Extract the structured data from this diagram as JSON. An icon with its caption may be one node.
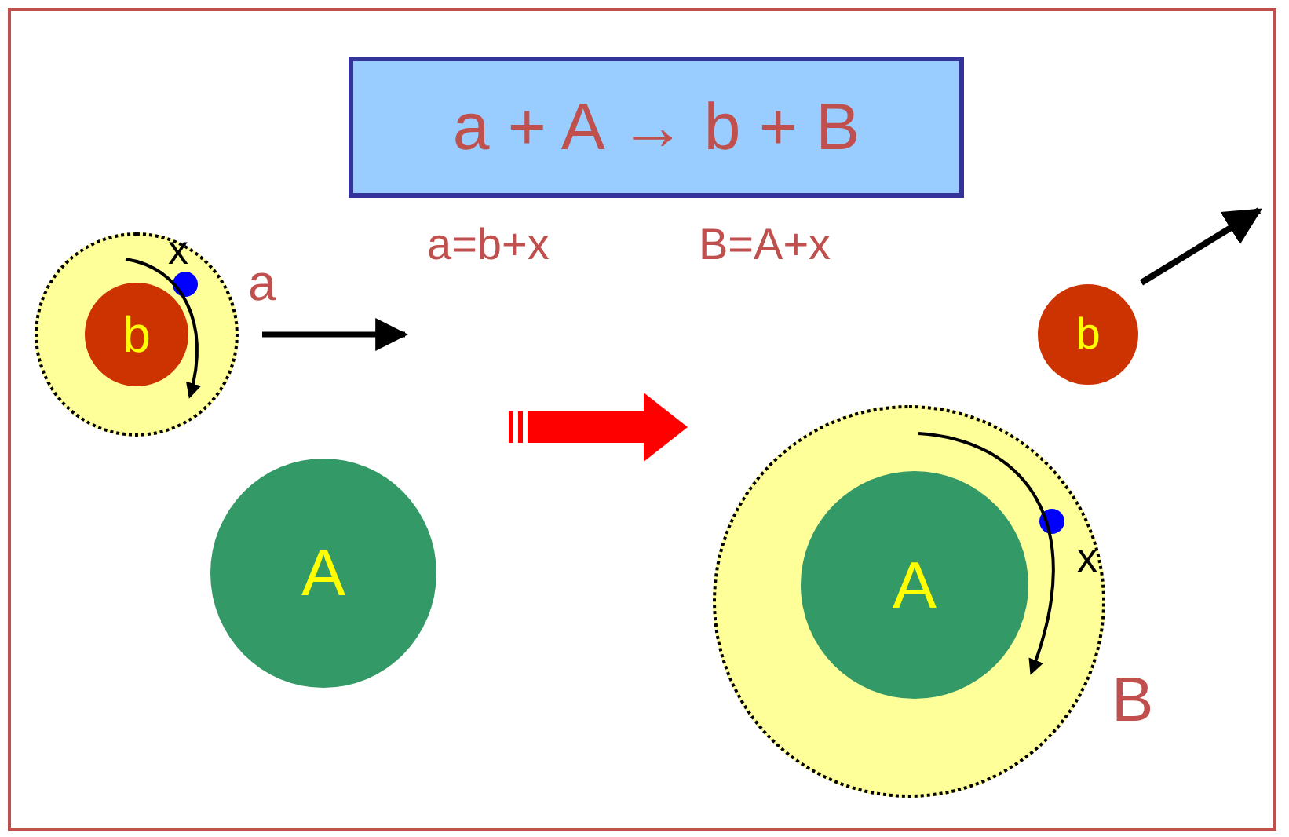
{
  "diagram": {
    "nodes": [
      {
        "text": [
          "a + A → b + B"
        ]
      },
      {
        "text": [],
        "shape": "circle",
        "beside": [
          "a"
        ]
      },
      {
        "text": [
          "b"
        ],
        "in": 1
      },
      {
        "text": [],
        "shape": "circle",
        "in": 1,
        "beside": [
          "x"
        ]
      },
      {
        "text": [
          "A"
        ]
      },
      {
        "text": [],
        "shape": "circle",
        "beside": [
          "B"
        ]
      },
      {
        "text": [
          "A"
        ],
        "in": 5
      },
      {
        "text": [],
        "shape": "circle",
        "in": 5,
        "beside": [
          "x"
        ]
      },
      {
        "text": [
          "b"
        ]
      }
    ],
    "edges": [],
    "labels": [
      "a=b+x",
      "B=A+x"
    ]
  }
}
